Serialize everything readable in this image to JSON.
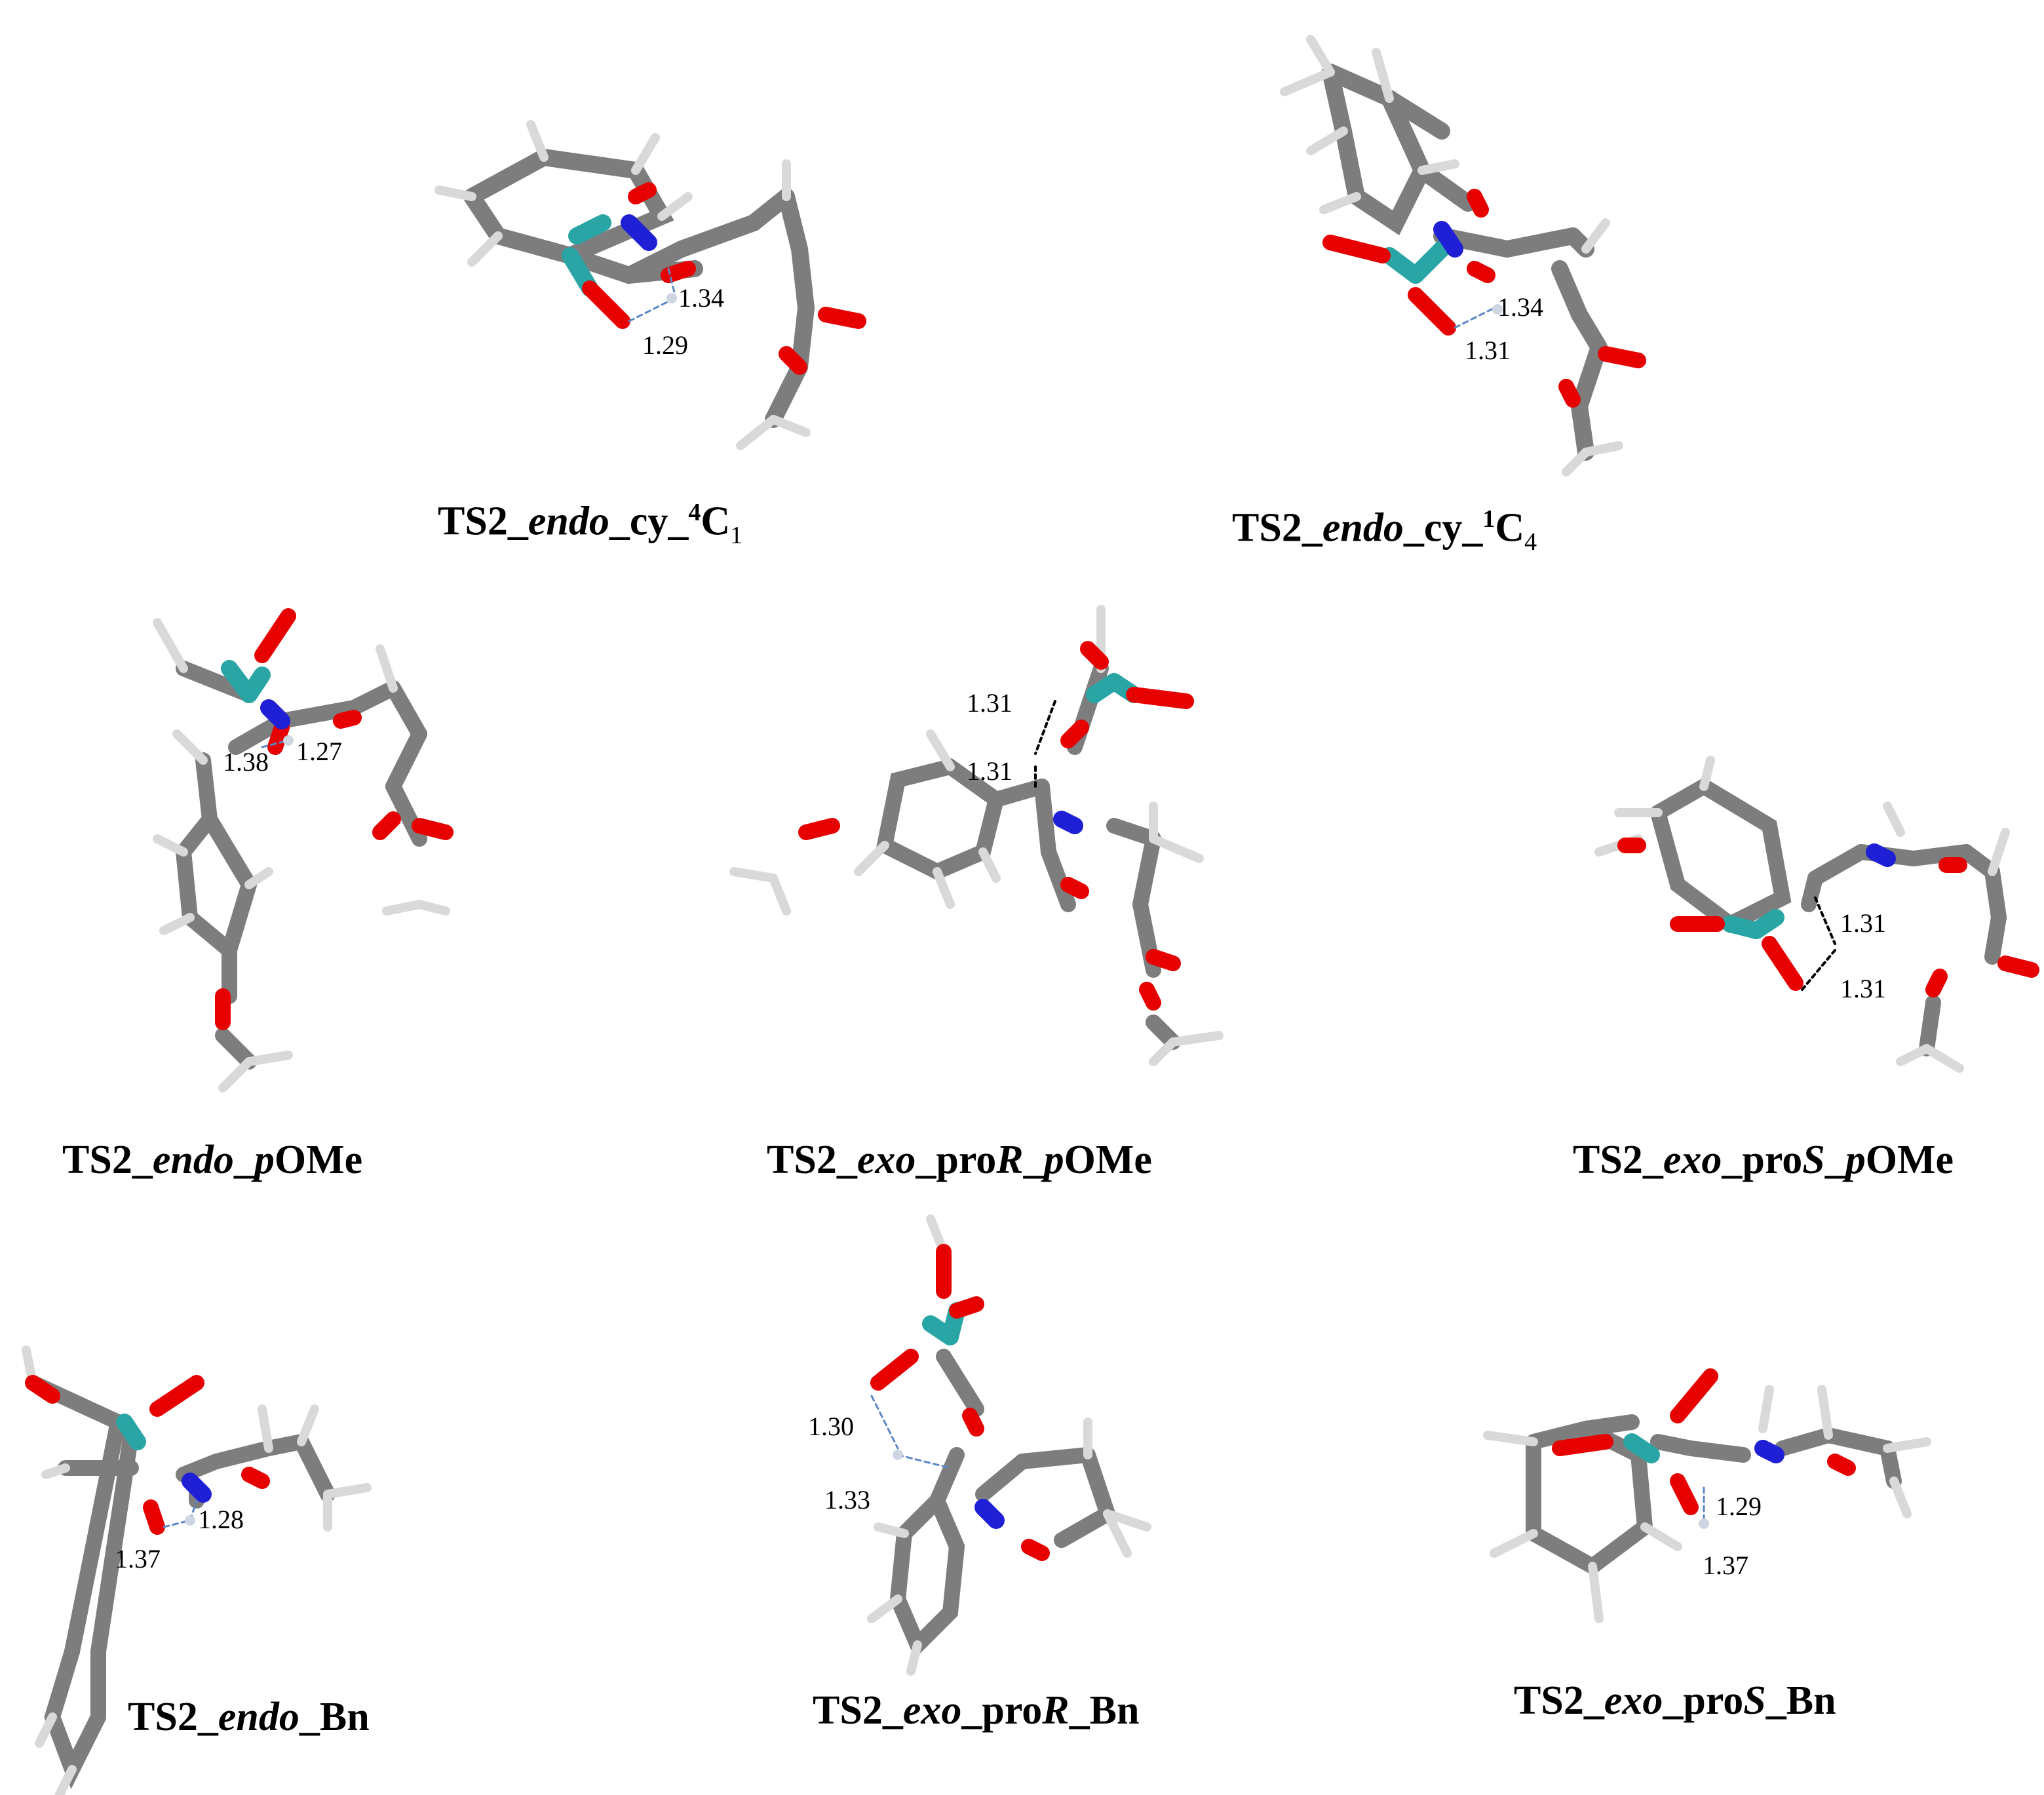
{
  "colors": {
    "carbon": "#8f8f8f",
    "hydrogen": "#e6e6e6",
    "oxygen": "#e60000",
    "nitrogen": "#1f1fd6",
    "metal": "#2aa5a5",
    "hbond": "#5a86c8",
    "dashed_bond": "#000000"
  },
  "panels": [
    {
      "id": "endo_cy_4C1",
      "caption": {
        "pre": "TS2_",
        "it1": "endo",
        "mid": "_cy_",
        "sup": "4",
        "base": "C",
        "sub": "1",
        "it2": "",
        "post": ""
      },
      "distances": [
        "1.34",
        "1.29"
      ]
    },
    {
      "id": "endo_cy_1C4",
      "caption": {
        "pre": "TS2_",
        "it1": "endo",
        "mid": "_cy_",
        "sup": "1",
        "base": "C",
        "sub": "4",
        "it2": "",
        "post": ""
      },
      "distances": [
        "1.34",
        "1.31"
      ]
    },
    {
      "id": "endo_pOMe",
      "caption": {
        "pre": "TS2_",
        "it1": "endo",
        "mid": "_",
        "sup": "",
        "base": "",
        "sub": "",
        "it2": "p",
        "post": "OMe"
      },
      "distances": [
        "1.27",
        "1.38"
      ]
    },
    {
      "id": "exo_proR_pOMe",
      "caption": {
        "pre": "TS2_",
        "it1": "exo",
        "mid": "_pro",
        "sup": "",
        "base": "",
        "sub": "",
        "it2": "R",
        "post": "_",
        "it3": "p",
        "post2": "OMe"
      },
      "distances": [
        "1.31",
        "1.31"
      ]
    },
    {
      "id": "exo_proS_pOMe",
      "caption": {
        "pre": "TS2_",
        "it1": "exo",
        "mid": "_pro",
        "sup": "",
        "base": "",
        "sub": "",
        "it2": "S",
        "post": "_",
        "it3": "p",
        "post2": "OMe"
      },
      "distances": [
        "1.31",
        "1.31"
      ]
    },
    {
      "id": "endo_Bn",
      "caption": {
        "pre": "TS2_",
        "it1": "endo",
        "mid": "_Bn"
      },
      "distances": [
        "1.28",
        "1.37"
      ]
    },
    {
      "id": "exo_proR_Bn",
      "caption": {
        "pre": "TS2_",
        "it1": "exo",
        "mid": "_pro",
        "it2": "R",
        "post": "_Bn"
      },
      "distances": [
        "1.30",
        "1.33"
      ]
    },
    {
      "id": "exo_proS_Bn",
      "caption": {
        "pre": "TS2_",
        "it1": "exo",
        "mid": "_pro",
        "it2": "S",
        "post": "_Bn"
      },
      "distances": [
        "1.29",
        "1.37"
      ]
    }
  ]
}
